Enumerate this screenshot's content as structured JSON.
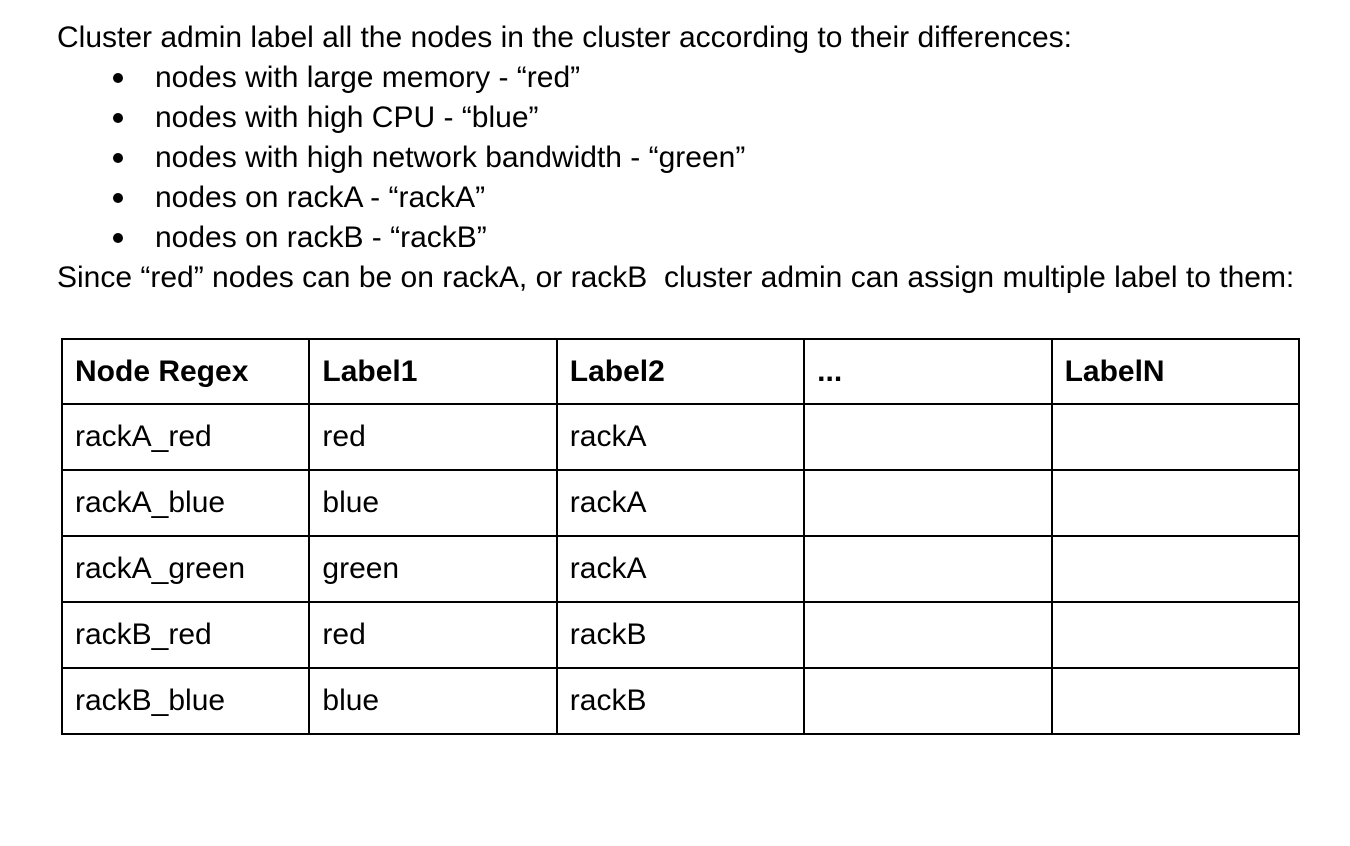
{
  "colors": {
    "text": "#000000",
    "background": "#ffffff",
    "table_border": "#000000"
  },
  "icons": {
    "bullet": "filled-circle"
  },
  "document": {
    "intro": "Cluster admin label all the nodes in the cluster according to their differences:",
    "bullets": [
      "nodes with large memory - “red”",
      "nodes with high CPU - “blue”",
      "nodes with high network bandwidth - “green”",
      "nodes on rackA - “rackA”",
      "nodes on rackB - “rackB”"
    ],
    "note": "Since “red” nodes can be on rackA, or rackB  cluster admin can assign multiple label to them:",
    "table": {
      "headers": [
        "Node Regex",
        "Label1",
        "Label2",
        "...",
        "LabelN"
      ],
      "rows": [
        [
          "rackA_red",
          "red",
          "rackA",
          "",
          ""
        ],
        [
          "rackA_blue",
          "blue",
          "rackA",
          "",
          ""
        ],
        [
          "rackA_green",
          "green",
          "rackA",
          "",
          ""
        ],
        [
          "rackB_red",
          "red",
          "rackB",
          "",
          ""
        ],
        [
          "rackB_blue",
          "blue",
          "rackB",
          "",
          ""
        ]
      ]
    }
  }
}
